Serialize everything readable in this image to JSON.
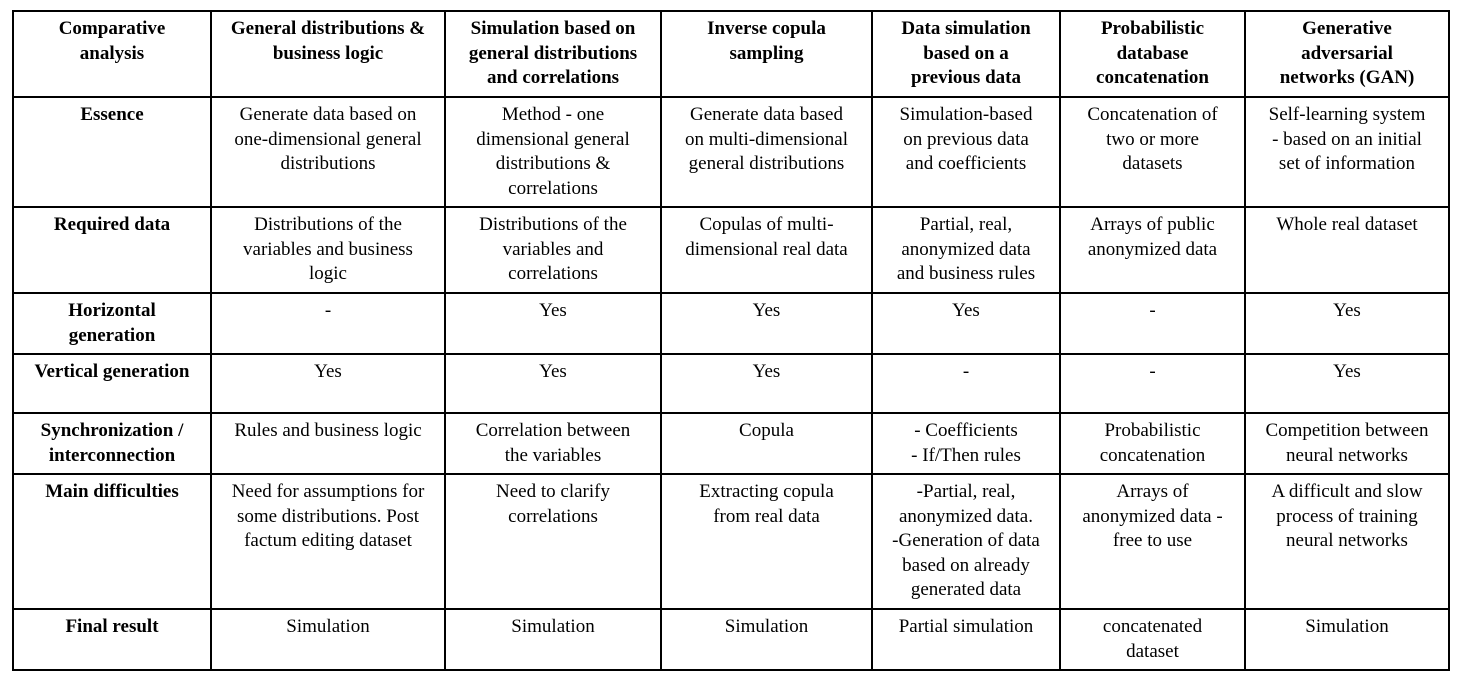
{
  "table": {
    "headers": [
      [
        "Comparative",
        "analysis"
      ],
      [
        "General distributions &",
        "business logic"
      ],
      [
        "Simulation based on",
        "general distributions",
        "and correlations"
      ],
      [
        "Inverse copula",
        "sampling"
      ],
      [
        "Data simulation",
        "based on a",
        "previous data"
      ],
      [
        "Probabilistic",
        "database",
        "concatenation"
      ],
      [
        "Generative",
        "adversarial",
        "networks (GAN)"
      ]
    ],
    "rows": [
      {
        "label": [
          "Essence"
        ],
        "cells": [
          [
            "Generate data based on",
            "one-dimensional general",
            "distributions"
          ],
          [
            "Method - one",
            "dimensional general",
            "distributions &",
            "correlations"
          ],
          [
            "Generate data based",
            "on multi-dimensional",
            "general distributions"
          ],
          [
            "Simulation-based",
            "on previous data",
            "and coefficients"
          ],
          [
            "Concatenation of",
            "two or more",
            "datasets"
          ],
          [
            "Self-learning system",
            "- based on an initial",
            "set of information"
          ]
        ]
      },
      {
        "label": [
          "Required data"
        ],
        "cells": [
          [
            "Distributions of the",
            "variables and business",
            "logic"
          ],
          [
            "Distributions of the",
            "variables and",
            "correlations"
          ],
          [
            "Copulas of multi-",
            "dimensional real data"
          ],
          [
            "Partial, real,",
            "anonymized data",
            "and business rules"
          ],
          [
            "Arrays of public",
            "anonymized data"
          ],
          [
            "Whole real dataset"
          ]
        ]
      },
      {
        "label": [
          "Horizontal",
          "generation"
        ],
        "cells": [
          [
            "-"
          ],
          [
            "Yes"
          ],
          [
            "Yes"
          ],
          [
            "Yes"
          ],
          [
            "-"
          ],
          [
            "Yes"
          ]
        ]
      },
      {
        "label": [
          "Vertical generation"
        ],
        "cells": [
          [
            "Yes"
          ],
          [
            "Yes"
          ],
          [
            "Yes"
          ],
          [
            "-"
          ],
          [
            "-"
          ],
          [
            "Yes"
          ]
        ]
      },
      {
        "label": [
          "Synchronization /",
          "interconnection"
        ],
        "cells": [
          [
            "Rules and business logic"
          ],
          [
            "Correlation between",
            "the variables"
          ],
          [
            "Copula"
          ],
          [
            "- Coefficients",
            "- If/Then rules"
          ],
          [
            "Probabilistic",
            "concatenation"
          ],
          [
            "Competition between",
            "neural networks"
          ]
        ]
      },
      {
        "label": [
          "Main difficulties"
        ],
        "cells": [
          [
            "Need for assumptions for",
            "some distributions. Post",
            "factum editing dataset"
          ],
          [
            "Need to clarify",
            "correlations"
          ],
          [
            "Extracting copula",
            "from real data"
          ],
          [
            "-Partial, real,",
            "anonymized data.",
            "-Generation of data",
            "based on already",
            "generated data"
          ],
          [
            "Arrays of",
            "anonymized data -",
            "free to use"
          ],
          [
            "A difficult and slow",
            "process of training",
            "neural networks"
          ]
        ]
      },
      {
        "label": [
          "Final result"
        ],
        "cells": [
          [
            "Simulation"
          ],
          [
            "Simulation"
          ],
          [
            "Simulation"
          ],
          [
            "Partial simulation"
          ],
          [
            "concatenated",
            "dataset"
          ],
          [
            "Simulation"
          ]
        ]
      }
    ]
  }
}
